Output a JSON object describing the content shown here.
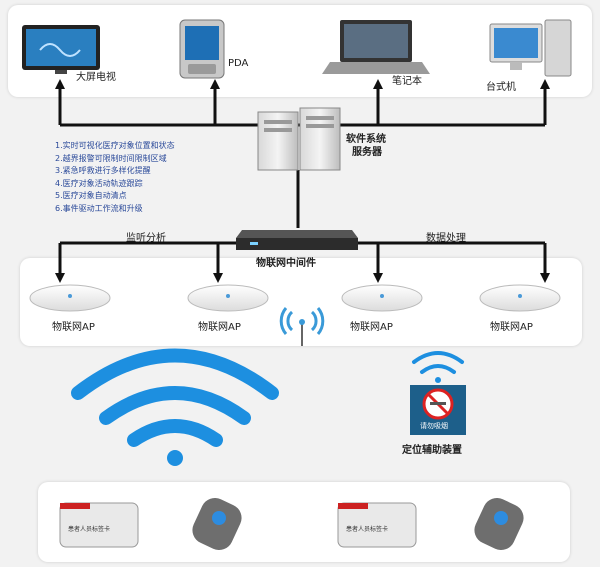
{
  "devices": {
    "tv": "大屏电视",
    "pda": "PDA",
    "laptop": "笔记本",
    "desktop": "台式机"
  },
  "server": {
    "line1": "软件系统",
    "line2": "服务器"
  },
  "features": [
    "1.实时可视化医疗对象位置和状态",
    "2.越界报警可限制时间限制区域",
    "3.紧急呼救进行多样化提醒",
    "4.医疗对象活动轨迹跟踪",
    "5.医疗对象自动清点",
    "6.事件驱动工作流和升级"
  ],
  "middleware": {
    "label": "物联网中间件",
    "left_label": "监听分析",
    "right_label": "数据处理"
  },
  "access_points": [
    "物联网AP",
    "物联网AP",
    "物联网AP",
    "物联网AP"
  ],
  "positioning": {
    "label": "定位辅助装置",
    "sign_text": "请勿吸烟"
  },
  "tags": {
    "badge_text": "患者人员标签卡"
  }
}
